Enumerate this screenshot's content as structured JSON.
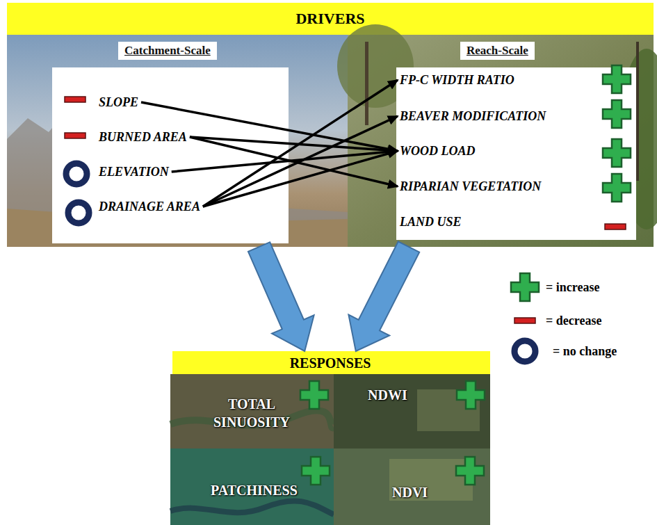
{
  "diagram": {
    "title": "DRIVERS",
    "nodes": [
      {
        "text": [
          "Catchment-Scale"
        ]
      },
      {
        "text": [
          "SLOPE"
        ],
        "in": 0
      },
      {
        "text": [
          "BURNED AREA"
        ],
        "in": 0
      },
      {
        "text": [
          "ELEVATION"
        ],
        "in": 0
      },
      {
        "text": [
          "DRAINAGE AREA"
        ],
        "in": 0
      },
      {
        "text": [
          "Reach-Scale"
        ]
      },
      {
        "text": [
          "FP-C WIDTH RATIO"
        ],
        "in": 5
      },
      {
        "text": [
          "BEAVER MODIFICATION"
        ],
        "in": 5
      },
      {
        "text": [
          "WOOD LOAD"
        ],
        "in": 5
      },
      {
        "text": [
          "RIPARIAN VEGETATION"
        ],
        "in": 5
      },
      {
        "text": [
          "LAND USE"
        ],
        "in": 5
      },
      {
        "text": [
          "RESPONSES"
        ]
      },
      {
        "text": [
          "TOTAL SINUOSITY"
        ],
        "in": 11
      },
      {
        "text": [
          "NDWI"
        ],
        "in": 11
      },
      {
        "text": [
          "PATCHINESS"
        ],
        "in": 11
      },
      {
        "text": [
          "NDVI"
        ],
        "in": 11
      }
    ],
    "edges": [
      {
        "from": 1,
        "to": 8,
        "arrow": "to"
      },
      {
        "from": 2,
        "to": 8,
        "arrow": "to"
      },
      {
        "from": 2,
        "to": 9,
        "arrow": "to"
      },
      {
        "from": 3,
        "to": 8,
        "arrow": "to"
      },
      {
        "from": 4,
        "to": 6,
        "arrow": "to"
      },
      {
        "from": 4,
        "to": 7,
        "arrow": "to"
      },
      {
        "from": 4,
        "to": 8,
        "arrow": "to"
      },
      {
        "from": 0,
        "to": 11,
        "arrow": "to"
      },
      {
        "from": 5,
        "to": 11,
        "arrow": "to"
      }
    ],
    "legend": [
      {
        "text": "= increase"
      },
      {
        "text": "= decrease"
      },
      {
        "text": "= no change"
      }
    ]
  }
}
